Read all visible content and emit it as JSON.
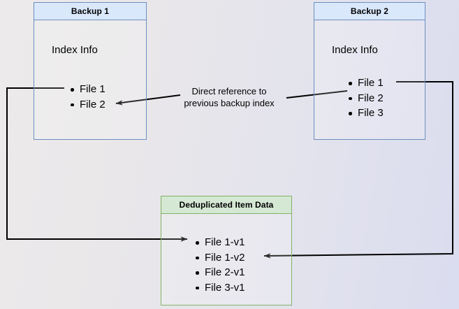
{
  "diagram": {
    "title_context": "Backup deduplication reference diagram",
    "background": {
      "gradient_from": "#eceaea",
      "gradient_to": "#dadcef"
    },
    "colors": {
      "blue_fill": "#dae8fc",
      "blue_stroke": "#6c8ebf",
      "green_fill": "#d5e8d4",
      "green_stroke": "#82b366",
      "edge_stroke": "#000000"
    },
    "nodes": [
      {
        "id": "backup1",
        "header": "Backup 1",
        "section_label": "Index Info",
        "items": [
          "File 1",
          "File 2"
        ],
        "accent": "#6c8ebf"
      },
      {
        "id": "backup2",
        "header": "Backup 2",
        "section_label": "Index Info",
        "items": [
          "File 1",
          "File 2",
          "File 3"
        ],
        "accent": "#6c8ebf"
      },
      {
        "id": "dedup",
        "header": "Deduplicated Item Data",
        "items": [
          "File 1-v1",
          "File 1-v2",
          "File 2-v1",
          "File 3-v1"
        ],
        "accent": "#82b366"
      }
    ],
    "edges": [
      {
        "id": "backup2-to-backup1",
        "label_line1": "Direct reference to",
        "label_line2": "previous backup index"
      }
    ]
  }
}
